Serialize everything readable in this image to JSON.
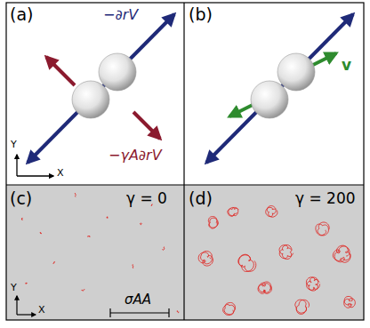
{
  "diagram": {
    "labels": [
      "(a)",
      "−∂rV",
      "−γA∂rV",
      "Y",
      "X",
      "(b)",
      "v",
      "(c)",
      "γ = 0",
      "Y",
      "X",
      "σAA",
      "(d)",
      "γ = 200"
    ]
  }
}
